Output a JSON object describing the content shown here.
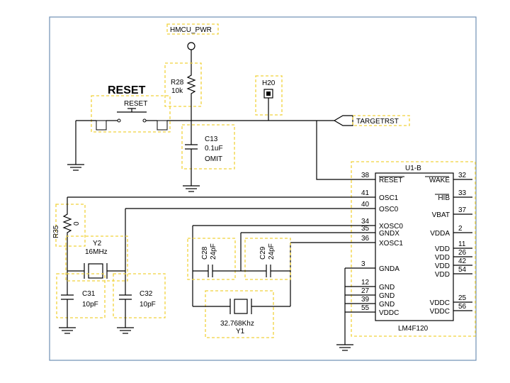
{
  "colors": {
    "frame": "#6f8fb5",
    "highlight": "#f0d23c",
    "wire": "#000000"
  },
  "net_labels": {
    "hmcu_pwr": "HMCU_PWR",
    "target_rst": "TARGETRST"
  },
  "reset_switch": {
    "title": "RESET",
    "label": "RESET"
  },
  "r28": {
    "ref": "R28",
    "value": "10k"
  },
  "h20": {
    "ref": "H20"
  },
  "c13": {
    "ref": "C13",
    "value": "0.1uF",
    "note": "OMIT"
  },
  "r35": {
    "ref": "R35",
    "value": "0"
  },
  "y2": {
    "ref": "Y2",
    "value": "16MHz"
  },
  "c31": {
    "ref": "C31",
    "value": "10pF"
  },
  "c32": {
    "ref": "C32",
    "value": "10pF"
  },
  "c28": {
    "ref": "C28",
    "value": "24pF"
  },
  "c29": {
    "ref": "C29",
    "value": "24pF"
  },
  "y1": {
    "value": "32.768Khz",
    "ref": "Y1"
  },
  "u1": {
    "ref": "U1-B",
    "part": "LM4F120",
    "left_pins": [
      {
        "num": "38",
        "name": "RESET"
      },
      {
        "num": "41",
        "name": "OSC1"
      },
      {
        "num": "40",
        "name": "OSC0"
      },
      {
        "num": "34",
        "name": "XOSC0"
      },
      {
        "num": "35",
        "name": "GNDX"
      },
      {
        "num": "36",
        "name": "XOSC1"
      },
      {
        "num": "3",
        "name": "GNDA"
      },
      {
        "num": "12",
        "name": "GND"
      },
      {
        "num": "27",
        "name": "GND"
      },
      {
        "num": "39",
        "name": "GND"
      },
      {
        "num": "55",
        "name": "VDDC"
      }
    ],
    "right_pins": [
      {
        "num": "32",
        "name": "WAKE"
      },
      {
        "num": "33",
        "name": "HIB"
      },
      {
        "num": "37",
        "name": "VBAT"
      },
      {
        "num": "2",
        "name": "VDDA"
      },
      {
        "num": "11",
        "name": "VDD"
      },
      {
        "num": "26",
        "name": "VDD"
      },
      {
        "num": "42",
        "name": "VDD"
      },
      {
        "num": "54",
        "name": "VDD"
      },
      {
        "num": "25",
        "name": "VDDC"
      },
      {
        "num": "56",
        "name": "VDDC"
      }
    ]
  }
}
